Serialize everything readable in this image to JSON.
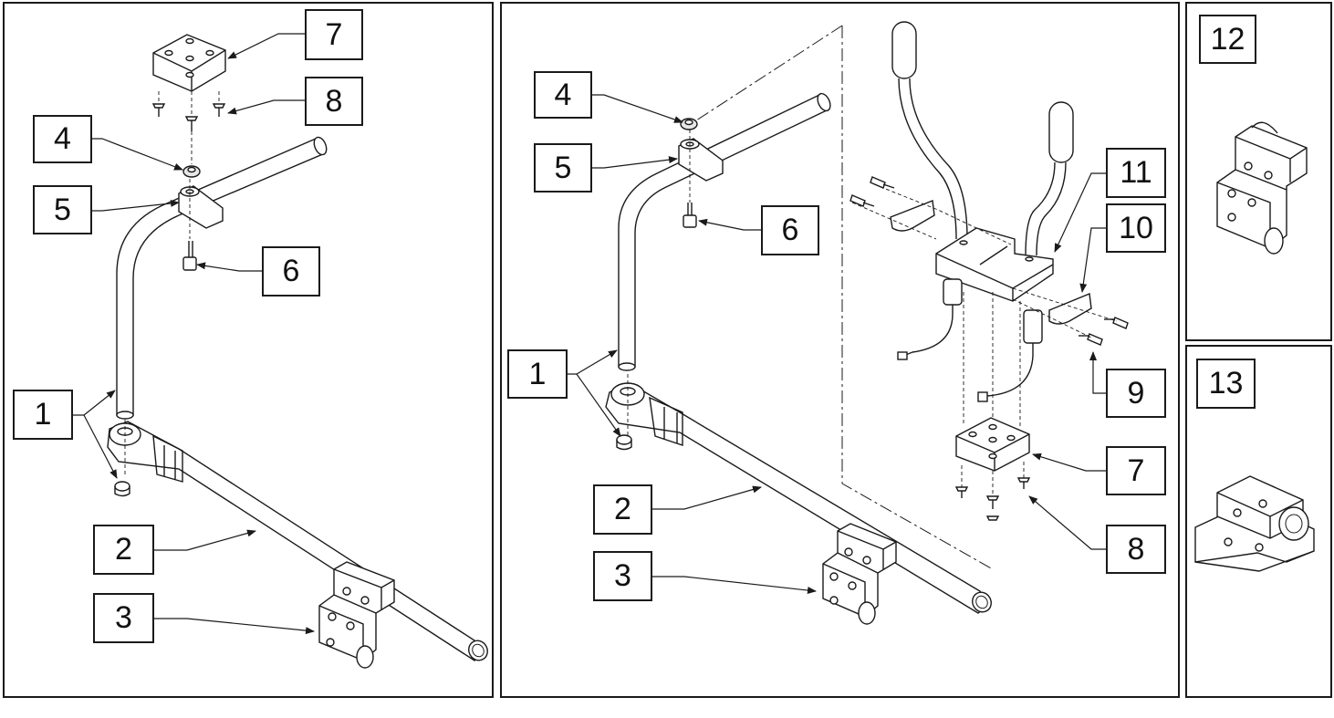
{
  "callouts": {
    "left": {
      "c7": "7",
      "c8": "8",
      "c4": "4",
      "c5": "5",
      "c6": "6",
      "c1": "1",
      "c2": "2",
      "c3": "3"
    },
    "middle": {
      "c4": "4",
      "c5": "5",
      "c6": "6",
      "c1": "1",
      "c2": "2",
      "c3": "3",
      "c11": "11",
      "c10": "10",
      "c9": "9",
      "c7": "7",
      "c8": "8"
    },
    "right_top": {
      "c12": "12"
    },
    "right_bottom": {
      "c13": "13"
    }
  },
  "colors": {
    "line": "#1a1a1a",
    "background": "#ffffff",
    "shade": "#e6e6e6"
  }
}
